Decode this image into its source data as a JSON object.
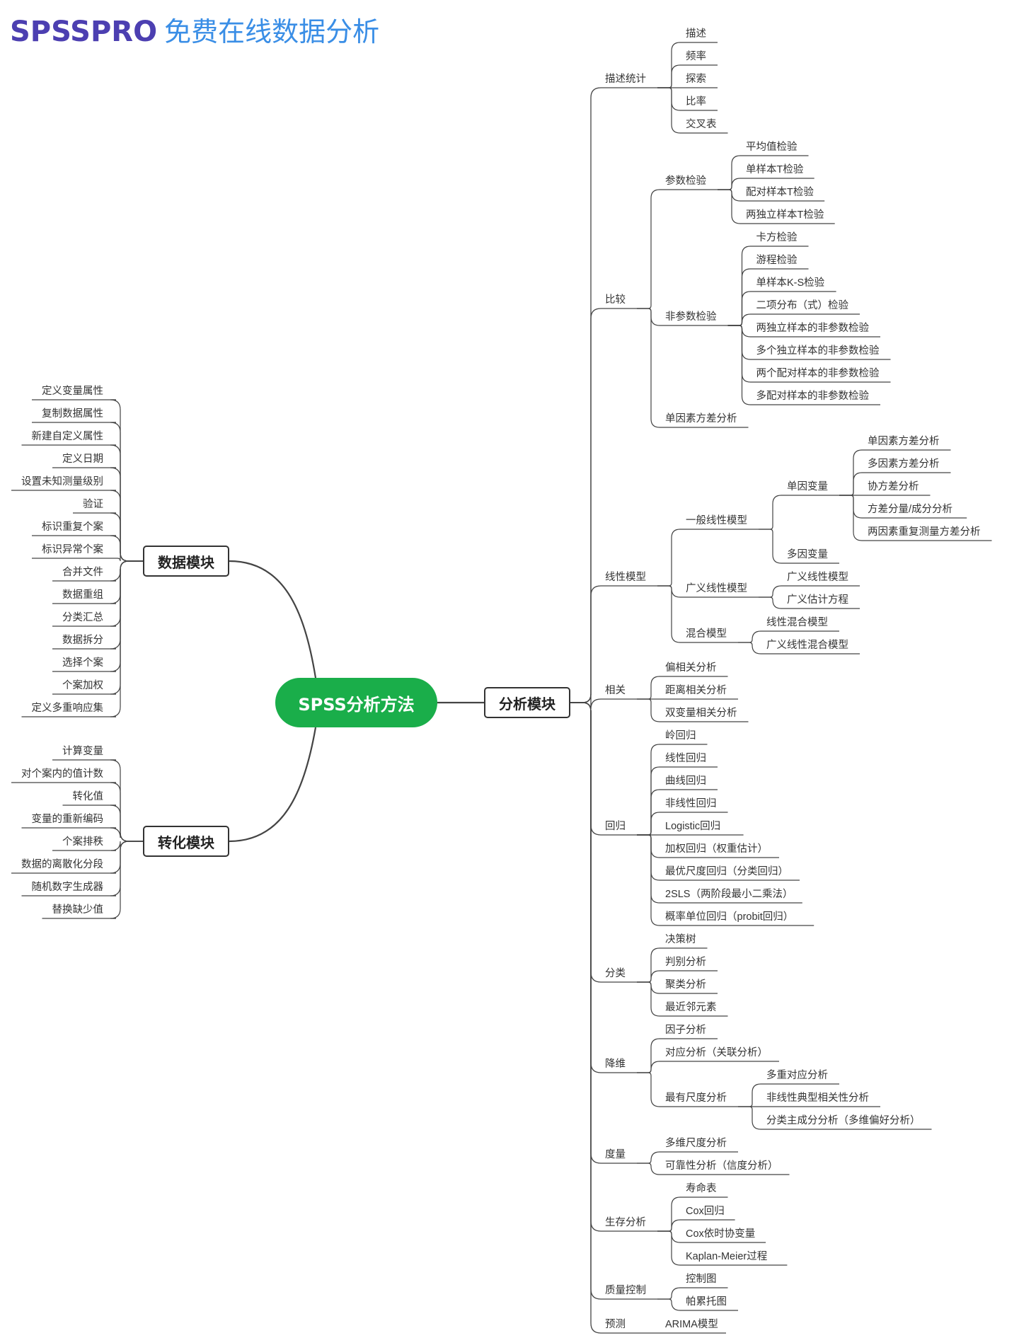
{
  "header": {
    "brand": "SPSSPRO",
    "subtitle": "免费在线数据分析"
  },
  "colors": {
    "brand": "#4c3fb1",
    "subtitle": "#3a8ee6",
    "root": "#1aae4a",
    "line": "#444444"
  },
  "root": "SPSS分析方法",
  "modules": {
    "data": "数据模块",
    "transform": "转化模块",
    "analysis": "分析模块"
  },
  "data_items": [
    "定义变量属性",
    "复制数据属性",
    "新建自定义属性",
    "定义日期",
    "设置未知测量级别",
    "验证",
    "标识重复个案",
    "标识异常个案",
    "合并文件",
    "数据重组",
    "分类汇总",
    "数据拆分",
    "选择个案",
    "个案加权",
    "定义多重响应集"
  ],
  "transform_items": [
    "计算变量",
    "对个案内的值计数",
    "转化值",
    "变量的重新编码",
    "个案排秩",
    "数据的离散化分段",
    "随机数字生成器",
    "替换缺少值"
  ],
  "analysis": [
    {
      "label": "描述统计",
      "children": [
        {
          "label": "描述"
        },
        {
          "label": "频率"
        },
        {
          "label": "探索"
        },
        {
          "label": "比率"
        },
        {
          "label": "交叉表"
        }
      ]
    },
    {
      "label": "比较",
      "children": [
        {
          "label": "参数检验",
          "children": [
            {
              "label": "平均值检验"
            },
            {
              "label": "单样本T检验"
            },
            {
              "label": "配对样本T检验"
            },
            {
              "label": "两独立样本T检验"
            }
          ]
        },
        {
          "label": "非参数检验",
          "children": [
            {
              "label": "卡方检验"
            },
            {
              "label": "游程检验"
            },
            {
              "label": "单样本K-S检验"
            },
            {
              "label": "二项分布（式）检验"
            },
            {
              "label": "两独立样本的非参数检验"
            },
            {
              "label": "多个独立样本的非参数检验"
            },
            {
              "label": "两个配对样本的非参数检验"
            },
            {
              "label": "多配对样本的非参数检验"
            }
          ]
        },
        {
          "label": "单因素方差分析"
        }
      ]
    },
    {
      "label": "线性模型",
      "children": [
        {
          "label": "一般线性模型",
          "children": [
            {
              "label": "单因变量",
              "children": [
                {
                  "label": "单因素方差分析"
                },
                {
                  "label": "多因素方差分析"
                },
                {
                  "label": "协方差分析"
                },
                {
                  "label": "方差分量/成分分析"
                },
                {
                  "label": "两因素重复测量方差分析"
                }
              ]
            },
            {
              "label": "多因变量"
            }
          ]
        },
        {
          "label": "广义线性模型",
          "children": [
            {
              "label": "广义线性模型"
            },
            {
              "label": "广义估计方程"
            }
          ]
        },
        {
          "label": "混合模型",
          "children": [
            {
              "label": "线性混合模型"
            },
            {
              "label": "广义线性混合模型"
            }
          ]
        }
      ]
    },
    {
      "label": "相关",
      "children": [
        {
          "label": "偏相关分析"
        },
        {
          "label": "距离相关分析"
        },
        {
          "label": "双变量相关分析"
        }
      ]
    },
    {
      "label": "回归",
      "children": [
        {
          "label": "岭回归"
        },
        {
          "label": "线性回归"
        },
        {
          "label": "曲线回归"
        },
        {
          "label": "非线性回归"
        },
        {
          "label": "Logistic回归"
        },
        {
          "label": "加权回归（权重估计）"
        },
        {
          "label": "最优尺度回归（分类回归）"
        },
        {
          "label": "2SLS（两阶段最小二乘法）"
        },
        {
          "label": "概率单位回归（probit回归）"
        }
      ]
    },
    {
      "label": "分类",
      "children": [
        {
          "label": "决策树"
        },
        {
          "label": "判别分析"
        },
        {
          "label": "聚类分析"
        },
        {
          "label": "最近邻元素"
        }
      ]
    },
    {
      "label": "降维",
      "children": [
        {
          "label": "因子分析"
        },
        {
          "label": "对应分析（关联分析）"
        },
        {
          "label": "最有尺度分析",
          "children": [
            {
              "label": "多重对应分析"
            },
            {
              "label": "非线性典型相关性分析"
            },
            {
              "label": "分类主成分分析（多维偏好分析）"
            }
          ]
        }
      ]
    },
    {
      "label": "度量",
      "children": [
        {
          "label": "多维尺度分析"
        },
        {
          "label": "可靠性分析（信度分析）"
        }
      ]
    },
    {
      "label": "生存分析",
      "children": [
        {
          "label": "寿命表"
        },
        {
          "label": "Cox回归"
        },
        {
          "label": "Cox依时协变量"
        },
        {
          "label": "Kaplan-Meier过程"
        }
      ]
    },
    {
      "label": "质量控制",
      "children": [
        {
          "label": "控制图"
        },
        {
          "label": "帕累托图"
        }
      ]
    },
    {
      "label": "预测",
      "children": [
        {
          "label": "ARIMA模型"
        }
      ]
    }
  ]
}
